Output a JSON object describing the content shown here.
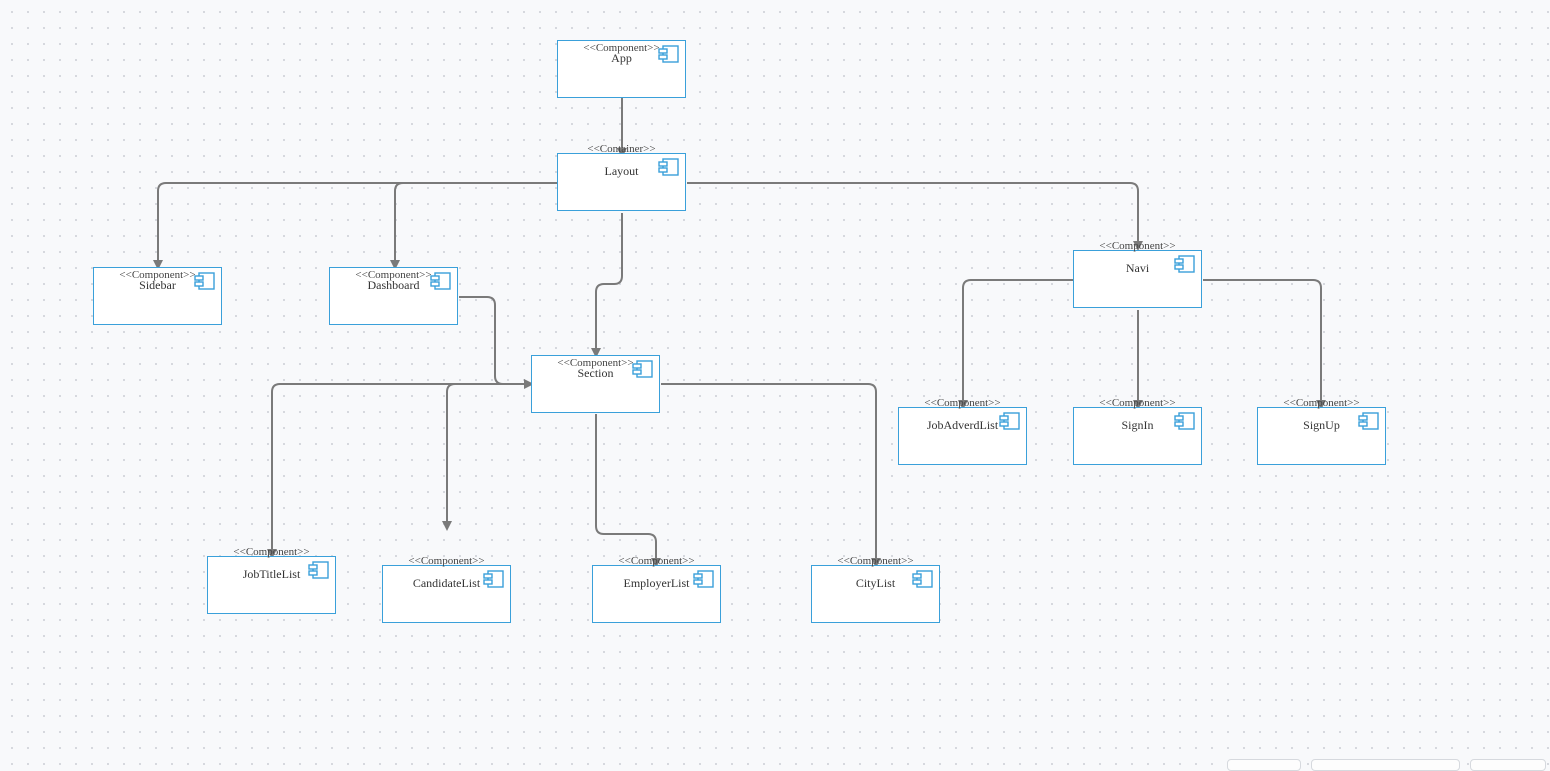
{
  "diagram": {
    "stereotypes": {
      "component": "<<Component>>",
      "container": "<<Container>>"
    },
    "nodes": [
      {
        "id": "app",
        "name": "App",
        "stereotype": "component"
      },
      {
        "id": "layout",
        "name": "Layout",
        "stereotype": "container"
      },
      {
        "id": "sidebar",
        "name": "Sidebar",
        "stereotype": "component"
      },
      {
        "id": "dashboard",
        "name": "Dashboard",
        "stereotype": "component"
      },
      {
        "id": "navi",
        "name": "Navi",
        "stereotype": "component"
      },
      {
        "id": "section",
        "name": "Section",
        "stereotype": "component"
      },
      {
        "id": "jobadverdlist",
        "name": "JobAdverdList",
        "stereotype": "component"
      },
      {
        "id": "signin",
        "name": "SignIn",
        "stereotype": "component"
      },
      {
        "id": "signup",
        "name": "SignUp",
        "stereotype": "component"
      },
      {
        "id": "jobtitlelist",
        "name": "JobTitleList",
        "stereotype": "component"
      },
      {
        "id": "candidatelist",
        "name": "CandidateList",
        "stereotype": "component"
      },
      {
        "id": "employerlist",
        "name": "EmployerList",
        "stereotype": "component"
      },
      {
        "id": "citylist",
        "name": "CityList",
        "stereotype": "component"
      }
    ],
    "edges": [
      {
        "from": "app",
        "to": "layout"
      },
      {
        "from": "layout",
        "to": "sidebar"
      },
      {
        "from": "layout",
        "to": "dashboard"
      },
      {
        "from": "layout",
        "to": "navi"
      },
      {
        "from": "layout",
        "to": "section"
      },
      {
        "from": "dashboard",
        "to": "section"
      },
      {
        "from": "navi",
        "to": "jobadverdlist"
      },
      {
        "from": "navi",
        "to": "signin"
      },
      {
        "from": "navi",
        "to": "signup"
      },
      {
        "from": "section",
        "to": "jobtitlelist"
      },
      {
        "from": "section",
        "to": "candidatelist"
      },
      {
        "from": "section",
        "to": "employerlist"
      },
      {
        "from": "section",
        "to": "citylist"
      }
    ],
    "colors": {
      "node_border": "#3aa0da",
      "connector": "#7a7a7a",
      "canvas_dots": "#d3d6dc"
    },
    "icons": {
      "component": "uml-component-icon"
    }
  }
}
